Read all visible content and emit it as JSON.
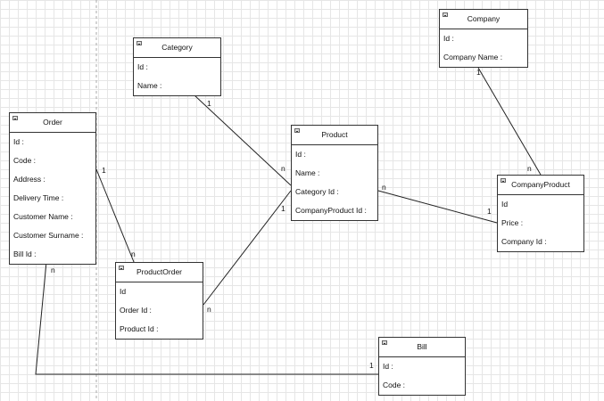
{
  "entities": [
    {
      "id": "company",
      "title": "Company",
      "fields": [
        "Id :",
        "Company Name :"
      ]
    },
    {
      "id": "category",
      "title": "Category",
      "fields": [
        "Id :",
        "Name :"
      ]
    },
    {
      "id": "order",
      "title": "Order",
      "fields": [
        "Id :",
        "Code :",
        "Address :",
        "Delivery Time :",
        "Customer Name :",
        "Customer Surname :",
        "Bill Id :"
      ]
    },
    {
      "id": "product",
      "title": "Product",
      "fields": [
        "Id :",
        "Name :",
        "Category Id :",
        "CompanyProduct Id :"
      ]
    },
    {
      "id": "companyproduct",
      "title": "CompanyProduct",
      "fields": [
        "Id",
        "Price :",
        "Company Id :"
      ]
    },
    {
      "id": "productorder",
      "title": "ProductOrder",
      "fields": [
        "Id",
        "Order Id :",
        "Product Id :"
      ]
    },
    {
      "id": "bill",
      "title": "Bill",
      "fields": [
        "Id :",
        "Code :"
      ]
    }
  ],
  "relations": [
    {
      "id": "category-product",
      "from": "category",
      "to": "product",
      "from_card": "1",
      "to_card": "n"
    },
    {
      "id": "company-companyproduct",
      "from": "company",
      "to": "companyproduct",
      "from_card": "1",
      "to_card": "n"
    },
    {
      "id": "order-productorder",
      "from": "order",
      "to": "productorder",
      "from_card": "1",
      "to_card": "n"
    },
    {
      "id": "product-productorder",
      "from": "product",
      "to": "productorder",
      "from_card": "1",
      "to_card": "n"
    },
    {
      "id": "product-companyproduct",
      "from": "product",
      "to": "companyproduct",
      "from_card": "n",
      "to_card": "1"
    },
    {
      "id": "order-bill",
      "from": "order",
      "to": "bill",
      "from_card": "n",
      "to_card": "1"
    }
  ]
}
